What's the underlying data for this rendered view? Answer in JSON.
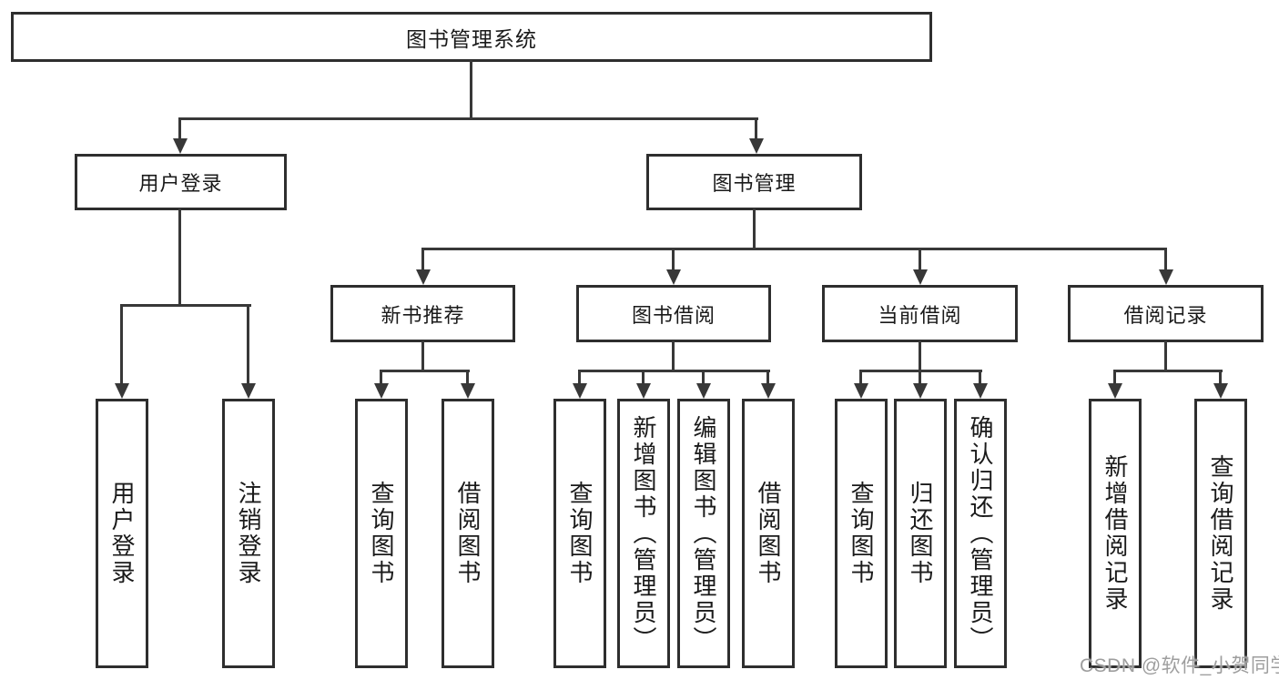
{
  "diagram": {
    "root": {
      "label": "图书管理系统"
    },
    "level2": [
      "用户登录",
      "图书管理"
    ],
    "level3": [
      "新书推荐",
      "图书借阅",
      "当前借阅",
      "借阅记录"
    ],
    "leaves": {
      "user_login": [
        "用户登录",
        "注销登录"
      ],
      "new_book_recommend": [
        "查询图书",
        "借阅图书"
      ],
      "book_borrowing": [
        "查询图书",
        "新增图书（管理员）",
        "编辑图书（管理员）",
        "借阅图书"
      ],
      "current_borrowing": [
        "查询图书",
        "归还图书",
        "确认归还（管理员）"
      ],
      "borrowing_records": [
        "新增借阅记录",
        "查询借阅记录"
      ]
    }
  },
  "watermark": {
    "text": "CSDN @软件_小贺同学"
  },
  "colors": {
    "line": "#383838",
    "box_border": "#2e2e2e",
    "text": "#1a1a1a",
    "watermark": "#9e9e9e",
    "background": "#ffffff"
  }
}
